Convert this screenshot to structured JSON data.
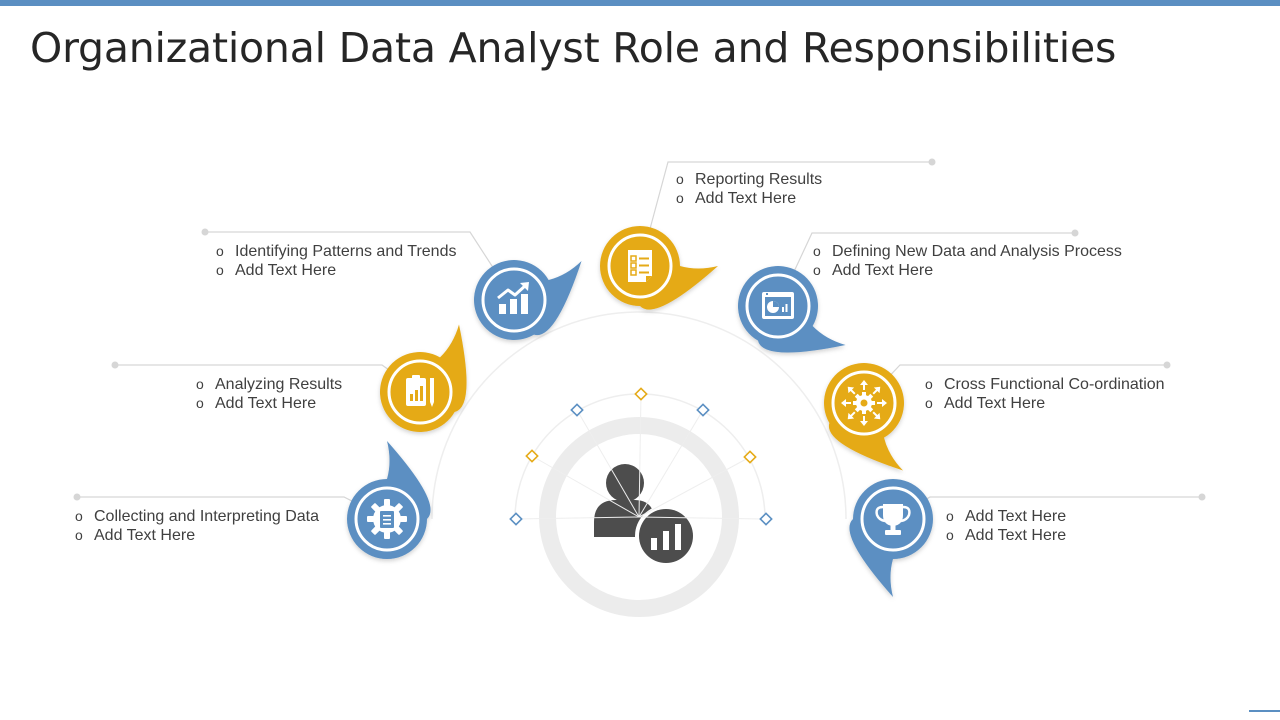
{
  "title": "Organizational Data Analyst Role and Responsibilities",
  "colors": {
    "blue": "#5b8fc2",
    "yellow": "#e5aa17",
    "center_icon": "#4d4d4d",
    "ring": "#ececec",
    "connector": "#d6d6d6"
  },
  "center": {
    "icon": "person-chart-icon"
  },
  "items": [
    {
      "color": "blue",
      "icon": "gear-document-icon",
      "bullets": [
        "Collecting and Interpreting Data",
        "Add Text Here"
      ]
    },
    {
      "color": "yellow",
      "icon": "clipboard-chart-icon",
      "bullets": [
        "Analyzing Results",
        "Add Text Here"
      ]
    },
    {
      "color": "blue",
      "icon": "trend-chart-icon",
      "bullets": [
        "Identifying  Patterns and Trends",
        "Add Text Here"
      ]
    },
    {
      "color": "yellow",
      "icon": "checklist-icon",
      "bullets": [
        "Reporting Results",
        "Add Text Here"
      ]
    },
    {
      "color": "blue",
      "icon": "dashboard-icon",
      "bullets": [
        "Defining New Data and Analysis Process",
        "Add Text Here"
      ]
    },
    {
      "color": "yellow",
      "icon": "network-gear-icon",
      "bullets": [
        "Cross Functional  Co-ordination",
        "Add Text Here"
      ]
    },
    {
      "color": "blue",
      "icon": "trophy-icon",
      "bullets": [
        "Add Text Here",
        "Add Text Here"
      ]
    }
  ]
}
